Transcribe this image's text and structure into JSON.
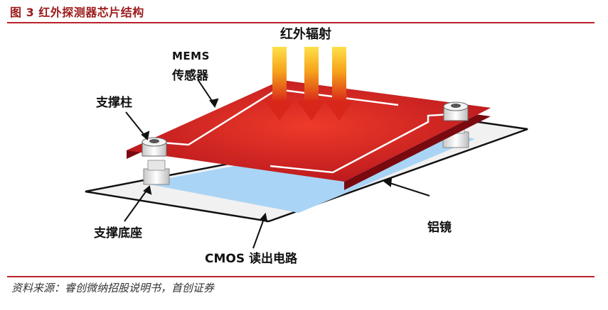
{
  "header": {
    "figure_title": "图 3  红外探测器芯片结构"
  },
  "diagram": {
    "labels": {
      "infrared": "红外辐射",
      "mems_line1": "MEMS",
      "mems_line2": "传感器",
      "pillar": "支撑柱",
      "base": "支撑底座",
      "mirror": "铝镜",
      "cmos": "CMOS 读出电路"
    },
    "colors": {
      "membrane": "#c8151b",
      "membrane_edge": "#7a0a10",
      "mirror": "#a9d4f5",
      "substrate": "#f2f2f2",
      "arrow_top": "#ffd21a",
      "arrow_bottom": "#d8261a",
      "rule": "#b8222a"
    }
  },
  "footer": {
    "source": "资料来源：睿创微纳招股说明书，首创证券"
  }
}
